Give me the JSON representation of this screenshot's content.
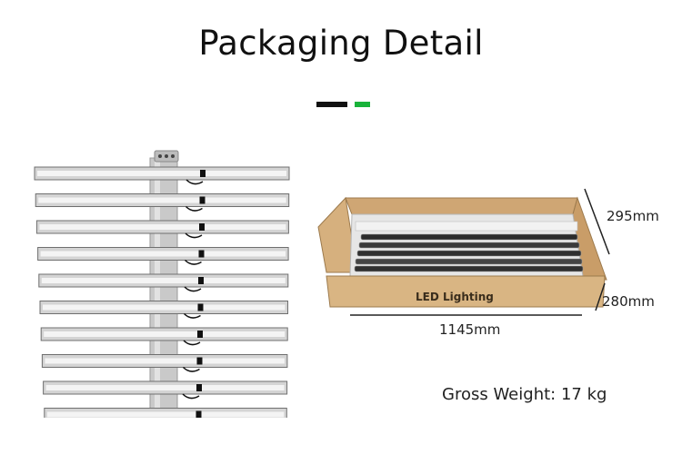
{
  "header": {
    "title": "Packaging Detail",
    "accent_colors": {
      "black": "#111111",
      "green": "#19b33a"
    }
  },
  "product": {
    "fixture_icon": "led-bar-grow-light",
    "box_icon": "open-cardboard-box",
    "box_label": "LED Lighting"
  },
  "dimensions": {
    "height": "295mm",
    "depth": "280mm",
    "length": "1145mm"
  },
  "weight": {
    "gross": "Gross Weight: 17 kg"
  }
}
